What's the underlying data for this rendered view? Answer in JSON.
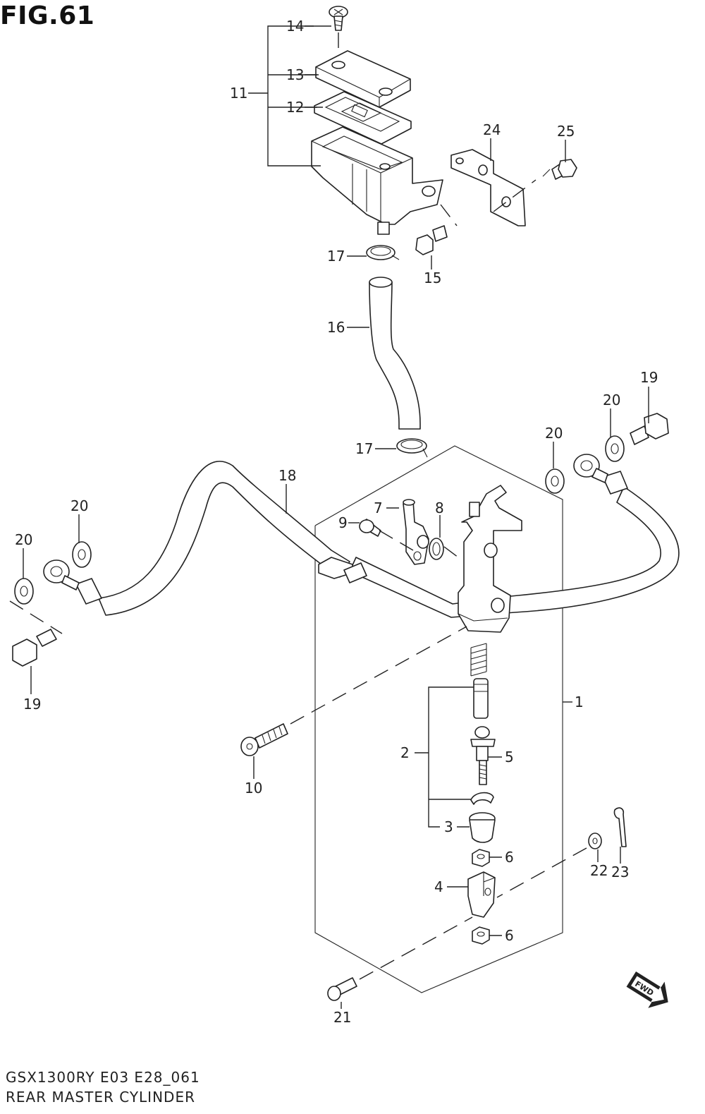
{
  "figure": {
    "title": "FIG.61"
  },
  "footer": {
    "model": "GSX1300RY E03 E28_061",
    "description": "REAR MASTER CYLINDER"
  },
  "fwd_badge": "FWD",
  "callouts": {
    "c1": "1",
    "c2": "2",
    "c3": "3",
    "c4": "4",
    "c5": "5",
    "c6a": "6",
    "c6b": "6",
    "c7": "7",
    "c8": "8",
    "c9": "9",
    "c10": "10",
    "c11": "11",
    "c12": "12",
    "c13": "13",
    "c14": "14",
    "c15": "15",
    "c16": "16",
    "c17a": "17",
    "c17b": "17",
    "c18": "18",
    "c19a": "19",
    "c19b": "19",
    "c20a": "20",
    "c20b": "20",
    "c20c": "20",
    "c20d": "20",
    "c21": "21",
    "c22": "22",
    "c23": "23",
    "c24": "24",
    "c25": "25"
  }
}
